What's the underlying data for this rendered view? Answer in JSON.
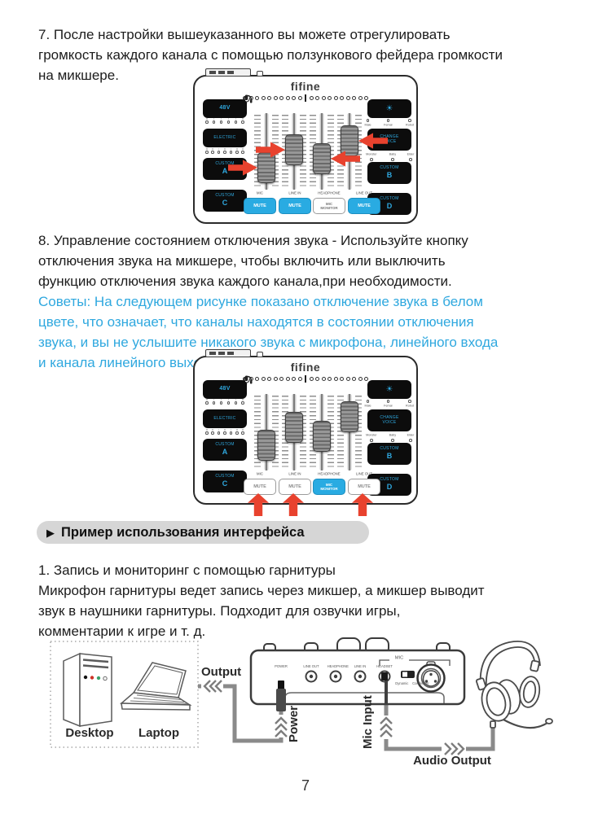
{
  "sections": {
    "s7": "7. После настройки вышеуказанного вы можете отрегулировать\nгромкость каждого канала с помощью ползункового фейдера громкости\nна микшере.",
    "s8": "8. Управление состоянием отключения звука - Используйте кнопку\nотключения звука на микшере, чтобы включить или выключить\nфункцию отключения звука каждого канала,при необходимости.",
    "s8_tips": "Советы: На следующем рисунке показано отключение звука в белом\nцвете, что означает, что каналы находятся в состоянии отключения\nзвука, и вы не услышите никакого звука с микрофона, линейного входа\nи канала линейного выхода.",
    "usage_header_icon": "▶",
    "usage_header": "Пример использования интерфейса",
    "u1_title": "1. Запись и мониторинг с помощью гарнитуры",
    "u1_body": "Микрофон гарнитуры ведет запись через микшер, а микшер выводит\nзвук в наушники гарнитуры. Подходит для озвучки игры,\nкомментарии к игре и т. д."
  },
  "mixer": {
    "brand": "fifine",
    "btn_48v": "48V",
    "btn_electric": "ELECTRIC",
    "btn_custom": "CUSTOM",
    "ch_a": "A",
    "ch_b": "B",
    "ch_c": "C",
    "ch_d": "D",
    "btn_light_icon": "☀",
    "change_voice_1": "CHANGE",
    "change_voice_2": "VOICE",
    "voice_top": [
      "Male",
      "Femal",
      "Robot"
    ],
    "voice_bottom": [
      "Monster",
      "Baby",
      "Elder"
    ],
    "channels": [
      {
        "label": "MIC",
        "button": "MUTE"
      },
      {
        "label": "LINE IN",
        "button": "MUTE"
      },
      {
        "label": "HEADPHONE",
        "button": "MIC MONITOR"
      },
      {
        "label": "LINE OUT",
        "button": "MUTE"
      }
    ],
    "monitor_line1": "MIC",
    "monitor_line2": "MONITOR"
  },
  "diagram": {
    "desktop": "Desktop",
    "laptop": "Laptop",
    "output": "Output",
    "power": "Power",
    "mic_input": "Mic Input",
    "audio_output": "Audio Output",
    "mic": "MIC",
    "power_jack": "POWER",
    "jacks": [
      "LINE OUT",
      "HEADPHONE",
      "LINE IN",
      "HEADSET"
    ],
    "switch_labels": [
      "Dynamic",
      "Condenser"
    ]
  },
  "page_number": "7",
  "colors": {
    "accent_blue": "#29abe2",
    "arrow_red": "#e8422e",
    "header_bg": "#d6d6d6"
  }
}
